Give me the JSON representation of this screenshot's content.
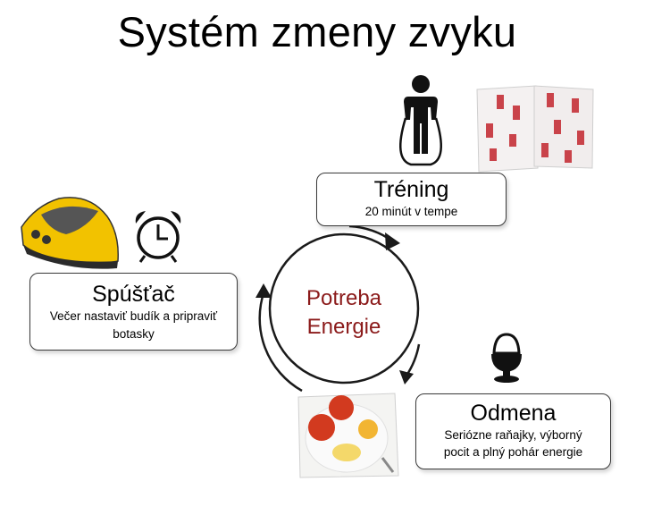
{
  "title": "Systém zmeny zvyku",
  "center": {
    "line1": "Potreba",
    "line2": "Energie"
  },
  "training": {
    "heading": "Tréning",
    "text": "20 minút v tempe"
  },
  "trigger": {
    "heading": "Spúšťač",
    "text_line1": "Večer nastaviť budík a pripraviť",
    "text_line2": "botasky"
  },
  "reward": {
    "heading": "Odmena",
    "text_line1": "Seriózne raňajky, výborný",
    "text_line2": "pocit a plný pohár energie"
  },
  "icons": {
    "training": "jump-rope-person-icon",
    "trigger": "alarm-clock-icon",
    "reward": "egg-cup-icon",
    "photos": [
      "toe-shoes-photo",
      "exercise-sheets-photo",
      "breakfast-plate-photo"
    ]
  },
  "colors": {
    "center_text": "#8b1a1a",
    "shoe_yellow": "#f2c200"
  }
}
